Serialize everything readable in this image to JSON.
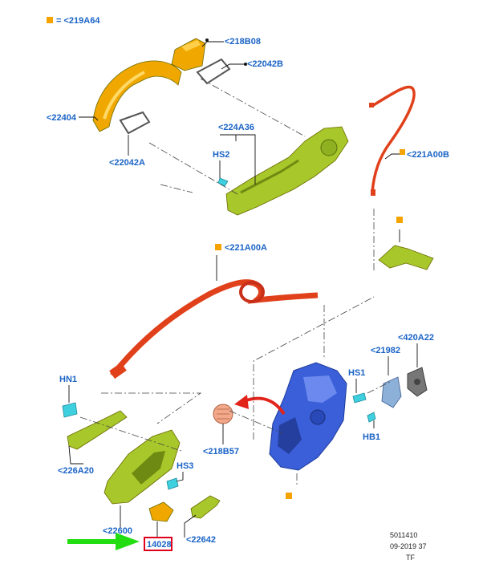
{
  "legend": {
    "symbol": "orange-square",
    "text": "= <219A64"
  },
  "callouts": {
    "p218B08": "<218B08",
    "p22042B": "<22042B",
    "p22404": "<22404",
    "p22042A": "<22042A",
    "p224A36": "<224A36",
    "hs2": "HS2",
    "p221A00B": "<221A00B",
    "p221A00A": "<221A00A",
    "p420A22": "<420A22",
    "p21982": "<21982",
    "hs1": "HS1",
    "hn1": "HN1",
    "hb1": "HB1",
    "p226A20": "<226A20",
    "p218B57": "<218B57",
    "hs3": "HS3",
    "p22600": "<22600",
    "p14028": "14028",
    "p22642": "<22642"
  },
  "reference": {
    "number": "5011410",
    "date": "09-2019 37",
    "code": "TF"
  },
  "colors": {
    "callout_text": "#1a63c6",
    "yellow_green_part": "#a8c72a",
    "orange_part": "#f0a800",
    "cable": "#e0401a",
    "latch_blue": "#3a5fd8",
    "clip_cyan": "#3fd0e0",
    "highlight_box": "#e0001b",
    "pointer_arrow": "#22dd11",
    "rotate_arrow": "#e2231a",
    "marker_square": "#f5a300"
  }
}
